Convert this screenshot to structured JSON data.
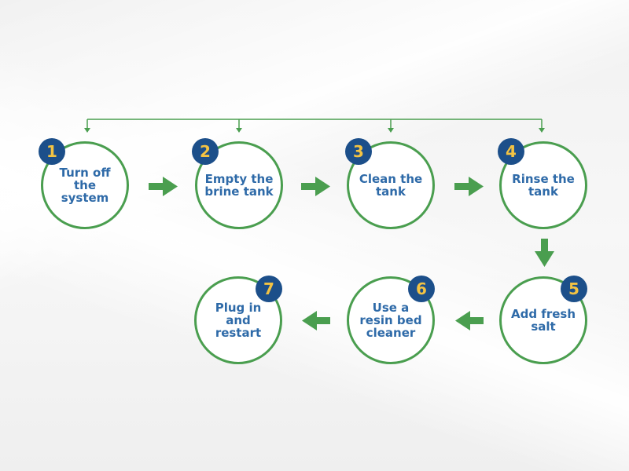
{
  "colors": {
    "circle_border": "#4a9e4f",
    "label_text": "#2e6aa8",
    "badge_fill": "#1c4f8a",
    "badge_number": "#f3c343",
    "arrow": "#4a9e4f"
  },
  "steps": [
    {
      "number": "1",
      "label": "Turn off the system"
    },
    {
      "number": "2",
      "label": "Empty the brine tank"
    },
    {
      "number": "3",
      "label": "Clean the tank"
    },
    {
      "number": "4",
      "label": "Rinse the tank"
    },
    {
      "number": "5",
      "label": "Add fresh salt"
    },
    {
      "number": "6",
      "label": "Use a resin bed cleaner"
    },
    {
      "number": "7",
      "label": "Plug in and restart"
    }
  ]
}
